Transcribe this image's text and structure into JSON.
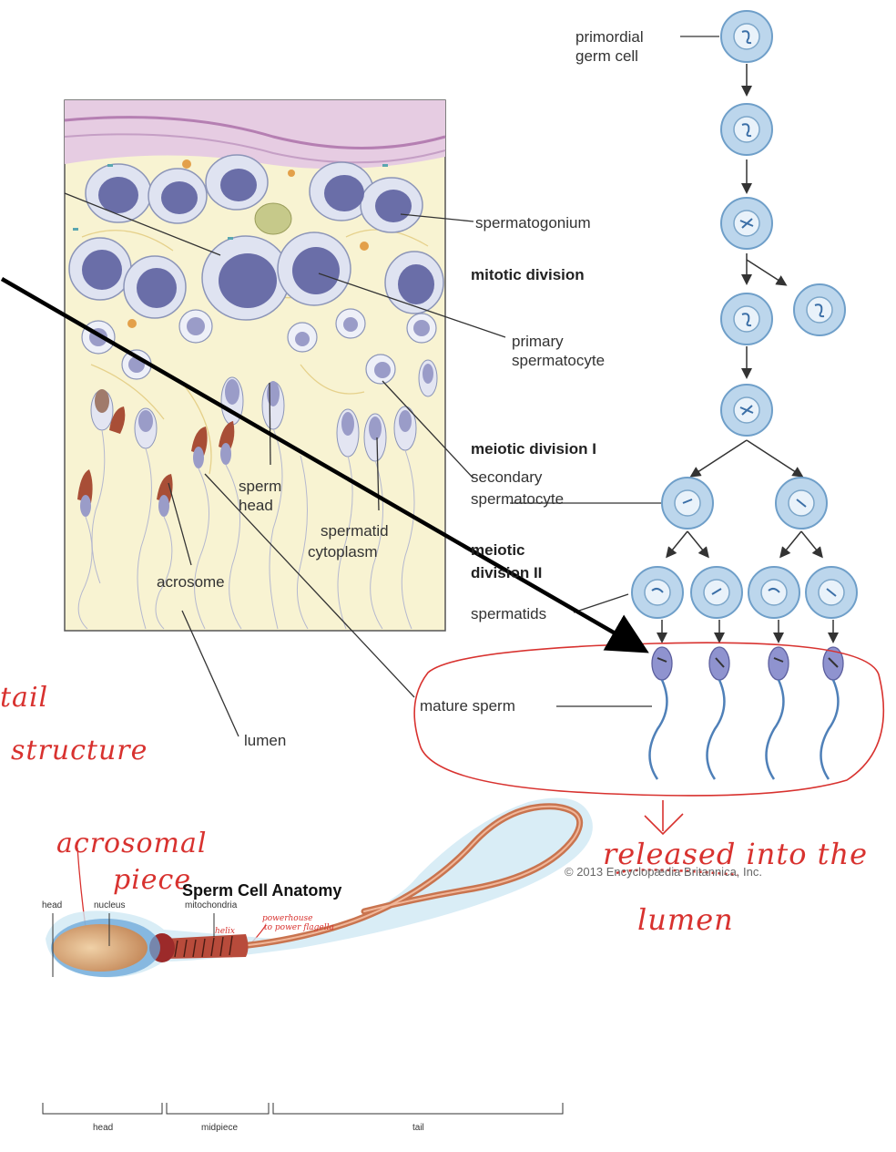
{
  "labels": {
    "primordial": [
      "primordial",
      "germ cell"
    ],
    "spermatogonium": "spermatogonium",
    "mitotic_division": "mitotic division",
    "primary": [
      "primary",
      "spermatocyte"
    ],
    "meiotic_1": "meiotic division I",
    "secondary": [
      "secondary",
      "spermatocyte"
    ],
    "meiotic_2": [
      "meiotic",
      "division II"
    ],
    "spermatids": "spermatids",
    "mature_sperm": "mature sperm",
    "sperm_head": [
      "sperm",
      "head"
    ],
    "spermatid_cytoplasm": [
      "spermatid",
      "cytoplasm"
    ],
    "acrosome": "acrosome",
    "lumen": "lumen",
    "credit": "© 2013 Encyclopædia Britannica, Inc."
  },
  "annotations": {
    "tail_structure": [
      "tail",
      "structure"
    ],
    "released": [
      "released into the",
      "lumen"
    ],
    "acrosomal": [
      "acrosomal",
      "piece"
    ],
    "powerhouse": [
      "powerhouse",
      "to power flagella"
    ],
    "helix": "helix"
  },
  "anatomy": {
    "title": "Sperm Cell Anatomy",
    "top_labels": [
      "head",
      "nucleus",
      "mitochondria"
    ],
    "bottom_labels": [
      "head",
      "midpiece",
      "tail"
    ]
  },
  "colors": {
    "cell_fill": "#bcd6ec",
    "cell_stroke": "#6f9fc9",
    "nucleus": "#6a6ea8",
    "tissue": "#f8f3d2",
    "membrane": "#c59fc5",
    "annotation_red": "#d8322f",
    "arrow": "#000000"
  }
}
